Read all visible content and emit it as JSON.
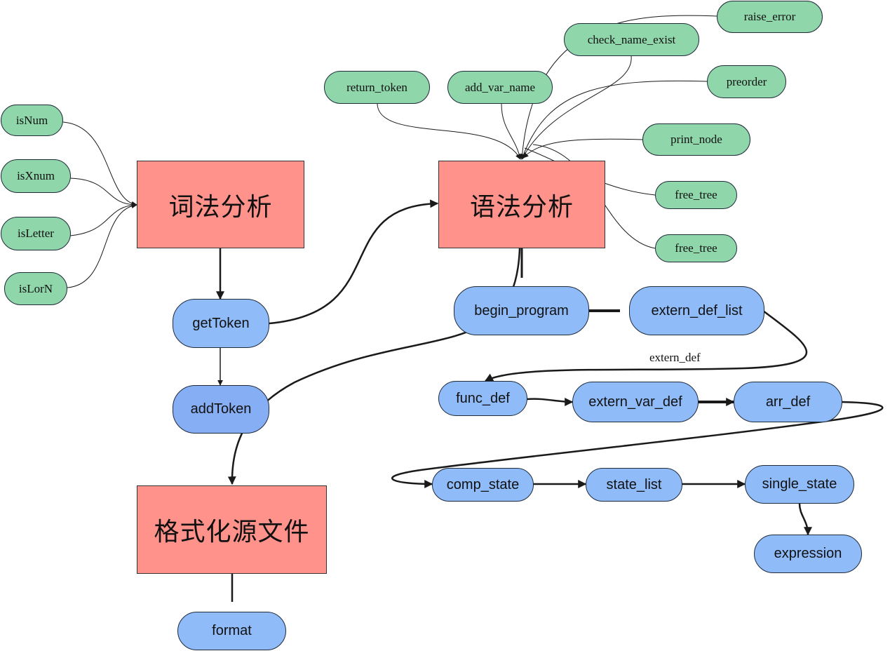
{
  "nodes": {
    "lexical": "词法分析",
    "syntax": "语法分析",
    "format_source": "格式化源文件",
    "isNum": "isNum",
    "isXnum": "isXnum",
    "isLetter": "isLetter",
    "isLorN": "isLorN",
    "return_token": "return_token",
    "add_var_name": "add_var_name",
    "check_name_exist": "check_name_exist",
    "raise_error": "raise_error",
    "preorder": "preorder",
    "print_node": "print_node",
    "free_tree_1": "free_tree",
    "free_tree_2": "free_tree",
    "getToken": "getToken",
    "addToken": "addToken",
    "format": "format",
    "begin_program": "begin_program",
    "extern_def_list": "extern_def_list",
    "func_def": "func_def",
    "extern_var_def": "extern_var_def",
    "arr_def": "arr_def",
    "comp_state": "comp_state",
    "state_list": "state_list",
    "single_state": "single_state",
    "expression": "expression"
  },
  "edge_labels": {
    "extern_def": "extern_def"
  },
  "colors": {
    "stage": "#ff928a",
    "helper": "#8fd6aa",
    "func": "#8fbcf9",
    "edge": "#1a1a1a"
  }
}
